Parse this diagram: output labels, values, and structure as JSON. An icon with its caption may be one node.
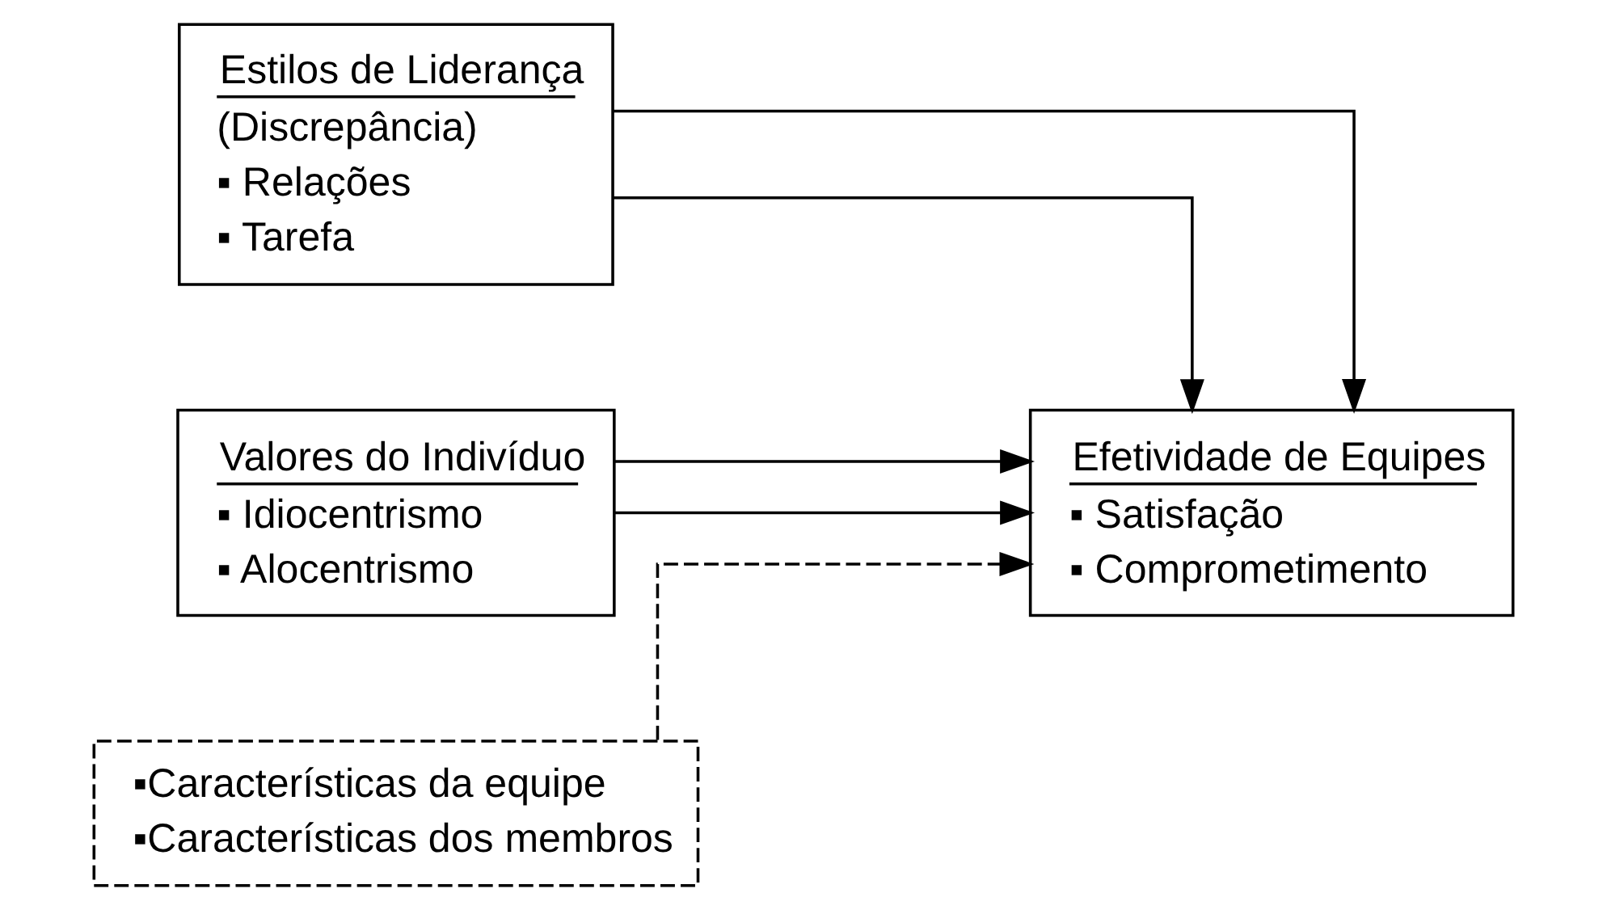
{
  "diagram": {
    "nodes": [
      {
        "text": [
          "Estilos de Liderança",
          "(Discrepância)",
          "▪ Relações",
          "▪ Tarefa"
        ]
      },
      {
        "text": [
          "Valores do Indivíduo",
          "▪ Idiocentrismo",
          "▪ Alocentrismo"
        ]
      },
      {
        "text": [
          "Efetividade de Equipes",
          "▪ Satisfação",
          "▪ Comprometimento"
        ]
      },
      {
        "text": [
          "▪Características da equipe",
          "▪Características dos membros"
        ]
      }
    ],
    "edges": [
      {
        "from": 0,
        "to": 2,
        "arrow": "to"
      },
      {
        "from": 0,
        "to": 2,
        "arrow": "to"
      },
      {
        "from": 1,
        "to": 2,
        "arrow": "to"
      },
      {
        "from": 1,
        "to": 2,
        "arrow": "to"
      },
      {
        "from": 3,
        "to": 2,
        "arrow": "to",
        "style": "dashed"
      }
    ]
  }
}
